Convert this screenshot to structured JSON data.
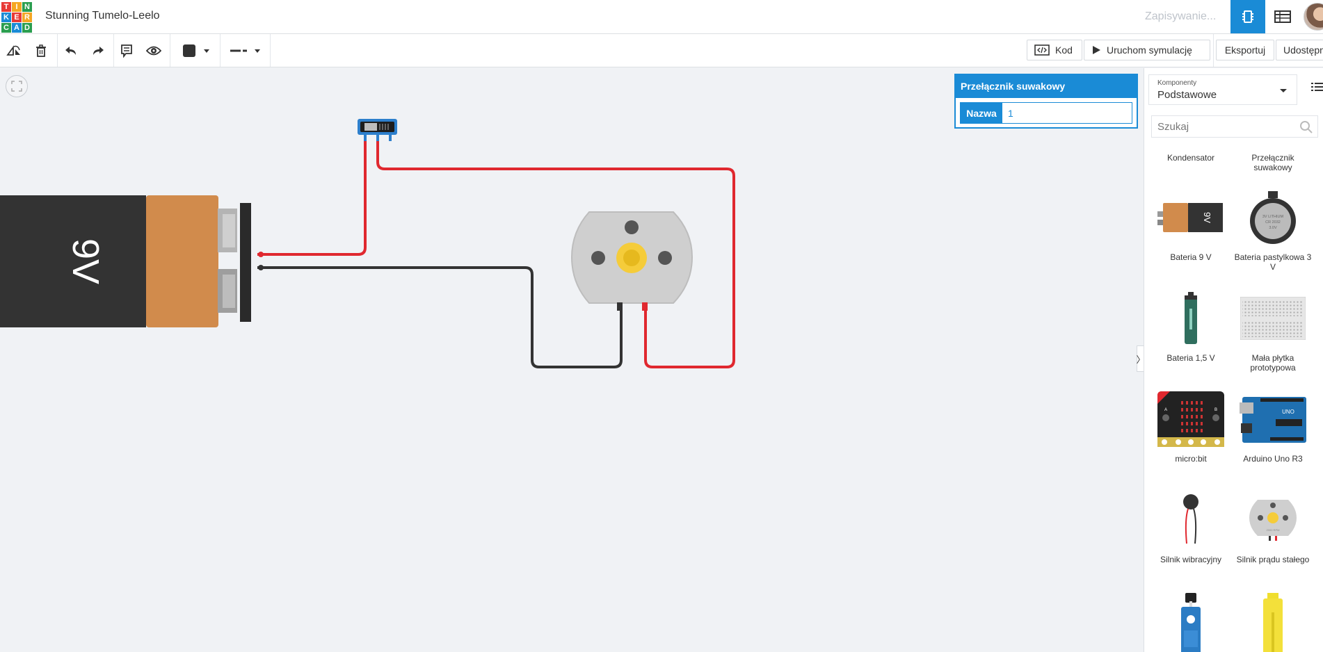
{
  "app": {
    "logo_letters": [
      "T",
      "I",
      "N",
      "K",
      "E",
      "R",
      "C",
      "A",
      "D"
    ],
    "logo_colors": [
      "#e83a36",
      "#f5a623",
      "#2b9e4f",
      "#1a8bd6",
      "#e83a36",
      "#f5a623",
      "#2b9e4f",
      "#1a8bd6",
      "#2b9e4f"
    ],
    "project_title": "Stunning Tumelo-Leelo",
    "save_status": "Zapisywanie...",
    "accent_color": "#1a8bd6"
  },
  "header_icons": {
    "circuit_view": "circuit-view-icon",
    "component_list": "table-list-icon",
    "avatar": "user-avatar"
  },
  "toolbar": {
    "tools": [
      "rotate-icon",
      "delete-icon",
      "undo-icon",
      "redo-icon",
      "note-icon",
      "visibility-icon"
    ],
    "wire_color": "#333333",
    "code_label": "Kod",
    "simulate_label": "Uruchom symulację",
    "export_label": "Eksportuj",
    "share_label": "Udostępnij"
  },
  "inspector": {
    "title": "Przełącznik suwakowy",
    "name_label": "Nazwa",
    "name_value": "1"
  },
  "canvas": {
    "battery_label": "9V",
    "wire_red": "#e0282f",
    "wire_black": "#333333"
  },
  "components_panel": {
    "select_label": "Komponenty",
    "select_value": "Podstawowe",
    "search_placeholder": "Szukaj",
    "items": [
      {
        "name": "Kondensator",
        "icon": "capacitor"
      },
      {
        "name": "Przełącznik suwakowy",
        "icon": "slide-switch"
      },
      {
        "name": "Bateria 9 V",
        "icon": "battery-9v"
      },
      {
        "name": "Bateria pastylkowa 3 V",
        "icon": "coin-cell"
      },
      {
        "name": "Bateria 1,5 V",
        "icon": "battery-aa"
      },
      {
        "name": "Mała płytka prototypowa",
        "icon": "breadboard"
      },
      {
        "name": "micro:bit",
        "icon": "microbit"
      },
      {
        "name": "Arduino Uno R3",
        "icon": "arduino"
      },
      {
        "name": "Silnik wibracyjny",
        "icon": "vibration-motor"
      },
      {
        "name": "Silnik prądu stałego",
        "icon": "dc-motor"
      },
      {
        "name": "",
        "icon": "servo"
      },
      {
        "name": "",
        "icon": "gear-motor"
      }
    ]
  },
  "component_text": {
    "battery_thumb": "9V",
    "coin_cell_lines": [
      "3V LITHIUM",
      "CR 2032",
      "3.0V"
    ],
    "microbit_buttons": [
      "A",
      "B"
    ],
    "arduino_brand": "UNO",
    "motor_label": "2000 RPM"
  }
}
